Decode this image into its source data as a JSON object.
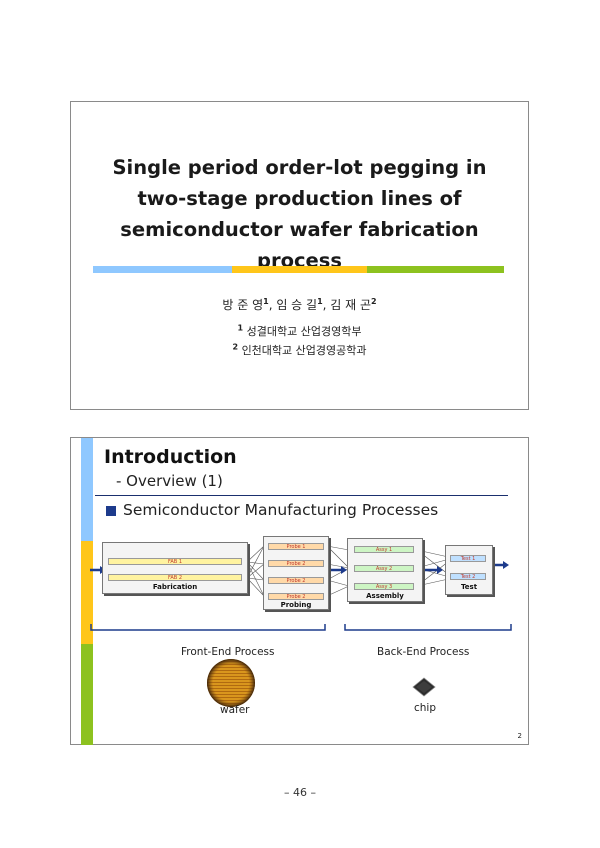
{
  "slide1": {
    "title_lines": [
      "Single period order-lot pegging in",
      "two-stage production lines of",
      "semiconductor wafer fabrication",
      "process"
    ],
    "authors": [
      {
        "name": "방 준 영",
        "sup": "1"
      },
      {
        "name": "임 승 길",
        "sup": "1"
      },
      {
        "name": "김 재 곤",
        "sup": "2"
      }
    ],
    "affiliations": [
      {
        "sup": "1",
        "text": "성결대학교 산업경영학부"
      },
      {
        "sup": "2",
        "text": "인천대학교 산업경영공학과"
      }
    ],
    "colors": {
      "stripe_blue": "#8fc8ff",
      "stripe_yellow": "#ffc61a",
      "stripe_green": "#8dc21f"
    }
  },
  "slide2": {
    "heading": "Introduction",
    "subheading": "- Overview (1)",
    "bullet": "Semiconductor Manufacturing Processes",
    "fab": {
      "label": "Fabrication",
      "bars": [
        "FAB 1",
        "FAB 2"
      ]
    },
    "probing": {
      "label": "Probing",
      "bars": [
        "Probe 1",
        "Probe 2",
        "Probe 2",
        "Probe 2"
      ]
    },
    "assembly": {
      "label": "Assembly",
      "bars": [
        "Assy 1",
        "Assy 2",
        "Assy 3"
      ]
    },
    "test": {
      "label": "Test",
      "bars": [
        "Test 1",
        "Test 2"
      ]
    },
    "front_end": "Front-End Process",
    "back_end": "Back-End Process",
    "wafer_label": "wafer",
    "chip_label": "chip",
    "slide_number": "2",
    "colors": {
      "leftbar_blue": "#8fc8ff",
      "leftbar_yellow": "#ffc61a",
      "leftbar_green": "#8dc21f",
      "rule": "#1a2f6e",
      "bullet": "#1d3b8c"
    }
  },
  "page_number": "– 46 –"
}
